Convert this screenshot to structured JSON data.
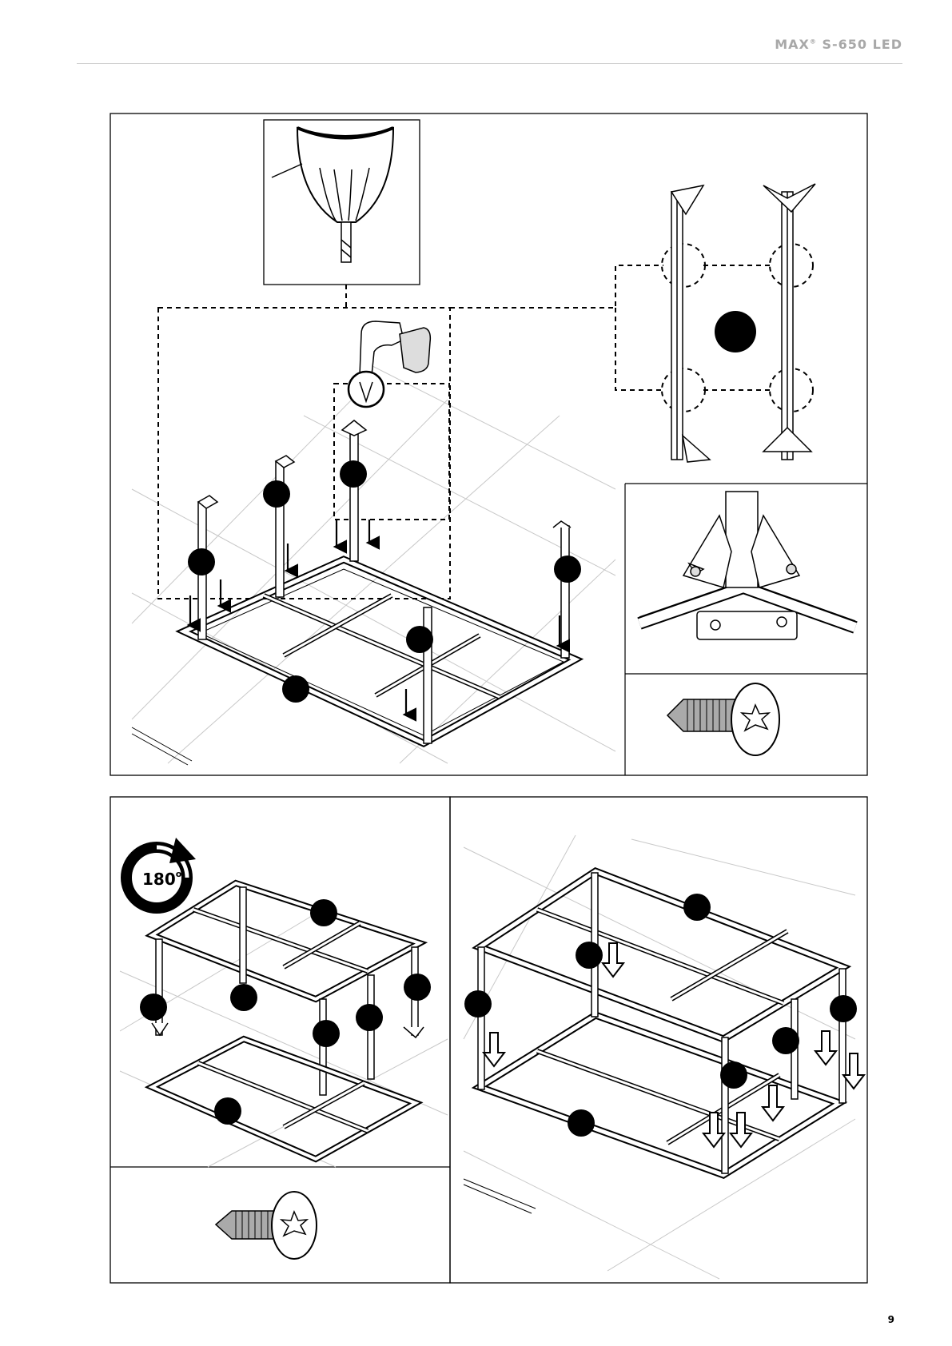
{
  "header": {
    "brand": "MAX",
    "reg_mark": "®",
    "model": " S-650 LED"
  },
  "rotation_badge": {
    "value": "180",
    "unit": "o"
  },
  "page_number": "9",
  "icons": {
    "drill": "power-drill-icon",
    "bit": "torx-bit-icon",
    "screw": "torx-screw-icon",
    "rotate": "rotate-180-icon",
    "arrow_down": "arrow-down-icon",
    "arrow_down_outline": "arrow-down-outline-icon"
  }
}
